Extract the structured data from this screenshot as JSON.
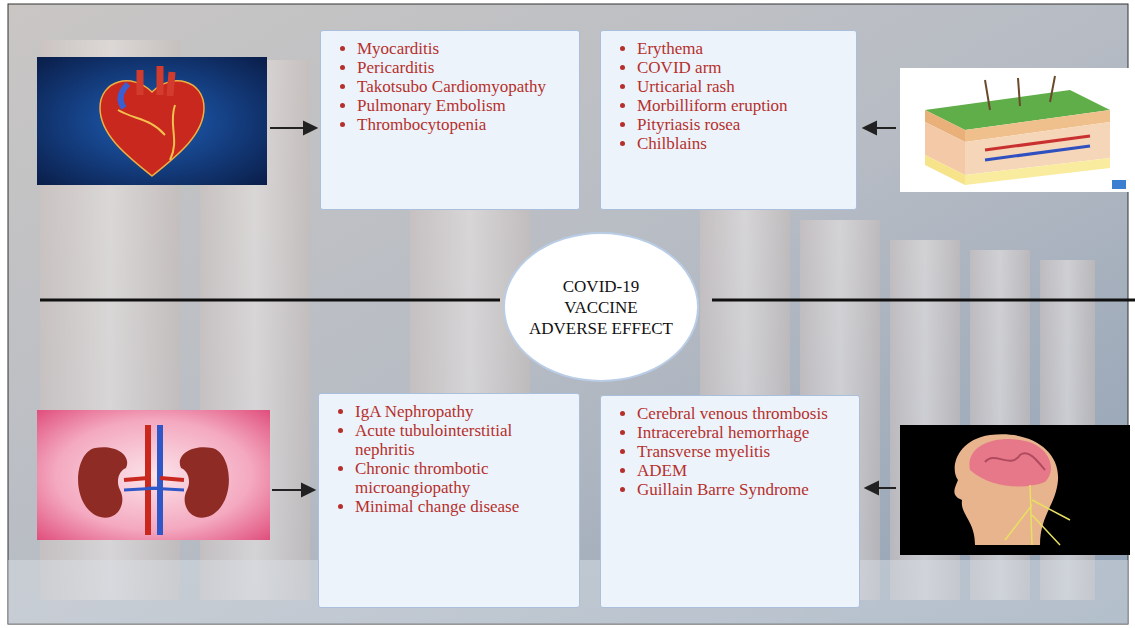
{
  "diagram": {
    "nodes": [
      {
        "text": [
          "Myocarditis",
          "Pericarditis",
          "Takotsubo Cardiomyopathy",
          "Pulmonary Embolism",
          "Thrombocytopenia"
        ]
      },
      {
        "text": [
          "Erythema",
          "COVID arm",
          "Urticarial rash",
          "Morbilliform eruption",
          "Pityriasis rosea",
          "Chilblains"
        ]
      },
      {
        "text": [
          "COVID-19 VACCINE ADVERSE EFFECT"
        ]
      },
      {
        "text": [
          "IgA Nephropathy",
          "Acute tubulointerstitial nephritis",
          "Chronic thrombotic microangiopathy",
          "Minimal change disease"
        ]
      },
      {
        "text": [
          "Cerebral venous thrombosis",
          "Intracerebral hemorrhage",
          "Transverse myelitis",
          "ADEM",
          "Guillain Barre Syndrome"
        ]
      }
    ]
  }
}
